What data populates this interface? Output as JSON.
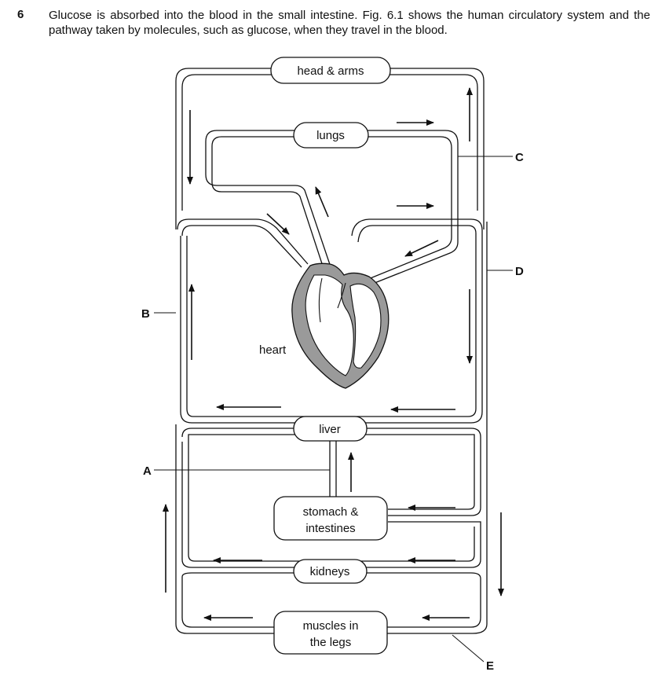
{
  "question": {
    "number": "6",
    "text": "Glucose is absorbed into the blood in the small intestine. Fig. 6.1 shows the human circulatory system and the pathway taken by molecules, such as glucose, when they travel in the blood."
  },
  "organs": {
    "head_arms": "head & arms",
    "lungs": "lungs",
    "heart": "heart",
    "liver": "liver",
    "stomach_line1": "stomach &",
    "stomach_line2": "intestines",
    "kidneys": "kidneys",
    "muscles_line1": "muscles in",
    "muscles_line2": "the legs"
  },
  "labels": {
    "A": "A",
    "B": "B",
    "C": "C",
    "D": "D",
    "E": "E"
  },
  "colors": {
    "line": "#111111",
    "heart_fill": "#9a9a9a"
  }
}
